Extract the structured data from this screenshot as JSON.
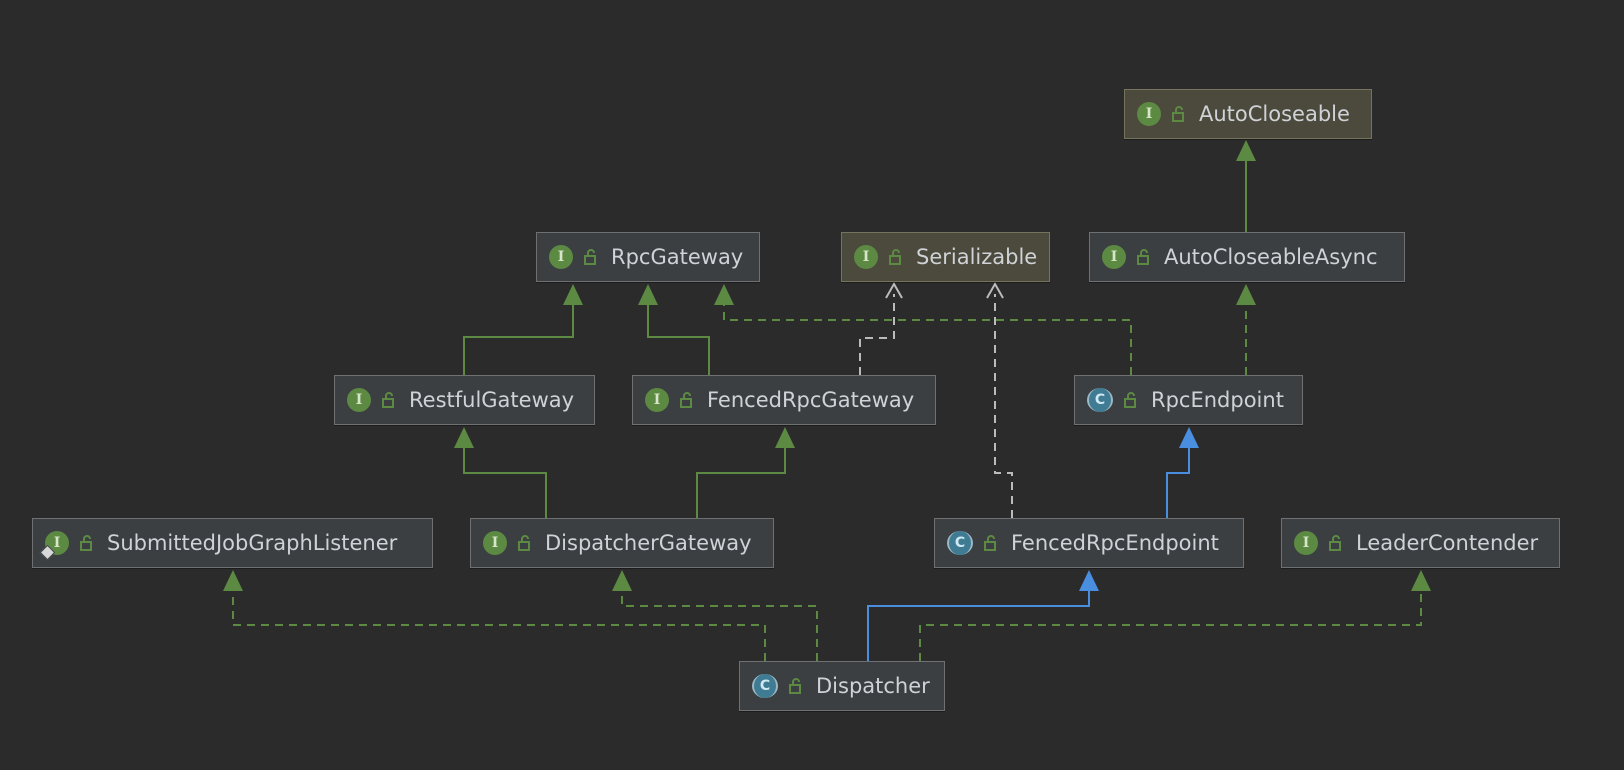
{
  "nodes": {
    "autocloseable": {
      "name": "AutoCloseable",
      "kind": "interface"
    },
    "rpcgateway": {
      "name": "RpcGateway",
      "kind": "interface"
    },
    "serializable": {
      "name": "Serializable",
      "kind": "interface"
    },
    "autocloseableasync": {
      "name": "AutoCloseableAsync",
      "kind": "interface"
    },
    "restfulgateway": {
      "name": "RestfulGateway",
      "kind": "interface"
    },
    "fencedrpcgateway": {
      "name": "FencedRpcGateway",
      "kind": "interface"
    },
    "rpcendpoint": {
      "name": "RpcEndpoint",
      "kind": "abstract-class"
    },
    "submittedjobgraphlistener": {
      "name": "SubmittedJobGraphListener",
      "kind": "interface"
    },
    "dispatchergateway": {
      "name": "DispatcherGateway",
      "kind": "interface"
    },
    "fencedrpcendpoint": {
      "name": "FencedRpcEndpoint",
      "kind": "abstract-class"
    },
    "leadercontender": {
      "name": "LeaderContender",
      "kind": "interface"
    },
    "dispatcher": {
      "name": "Dispatcher",
      "kind": "abstract-class"
    }
  },
  "icons": {
    "interface": "interface-icon",
    "abstract_class": "abstract-class-icon",
    "visibility": "public-visibility-icon"
  },
  "kind_letters": {
    "interface": "I",
    "class": "C"
  },
  "colors": {
    "background": "#2b2b2b",
    "extends": "#5c8a43",
    "implements": "#5c8a43",
    "class_extends": "#4a8ee0",
    "library_dependency": "#bbbbbb"
  },
  "edges": [
    {
      "from": "autocloseableasync",
      "to": "autocloseable",
      "type": "extends"
    },
    {
      "from": "restfulgateway",
      "to": "rpcgateway",
      "type": "extends"
    },
    {
      "from": "fencedrpcgateway",
      "to": "rpcgateway",
      "type": "extends"
    },
    {
      "from": "fencedrpcgateway",
      "to": "serializable",
      "type": "dependency"
    },
    {
      "from": "rpcendpoint",
      "to": "rpcgateway",
      "type": "implements"
    },
    {
      "from": "rpcendpoint",
      "to": "autocloseableasync",
      "type": "implements"
    },
    {
      "from": "dispatchergateway",
      "to": "restfulgateway",
      "type": "extends"
    },
    {
      "from": "dispatchergateway",
      "to": "fencedrpcgateway",
      "type": "extends"
    },
    {
      "from": "fencedrpcendpoint",
      "to": "rpcendpoint",
      "type": "class-extends"
    },
    {
      "from": "fencedrpcendpoint",
      "to": "serializable",
      "type": "dependency"
    },
    {
      "from": "dispatcher",
      "to": "submittedjobgraphlistener",
      "type": "implements"
    },
    {
      "from": "dispatcher",
      "to": "dispatchergateway",
      "type": "implements"
    },
    {
      "from": "dispatcher",
      "to": "fencedrpcendpoint",
      "type": "class-extends"
    },
    {
      "from": "dispatcher",
      "to": "leadercontender",
      "type": "implements"
    }
  ]
}
